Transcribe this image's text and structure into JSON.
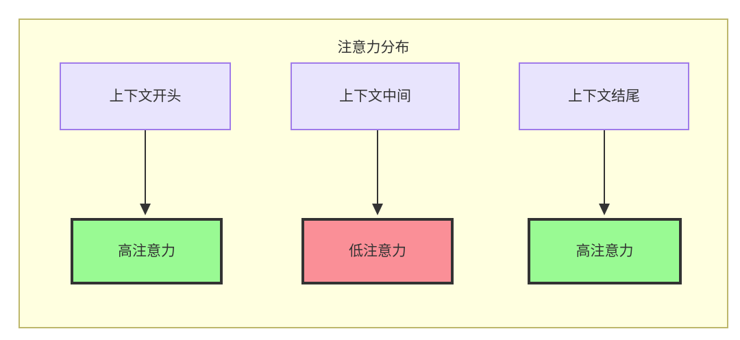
{
  "diagram": {
    "title": "注意力分布",
    "frame": {
      "fill": "#ffffe0",
      "stroke": "#bdb76b"
    },
    "context_nodes": [
      {
        "id": "context-start",
        "label": "上下文开头",
        "fill": "#e8e4fd",
        "stroke": "#9f7aea"
      },
      {
        "id": "context-middle",
        "label": "上下文中间",
        "fill": "#e8e4fd",
        "stroke": "#9f7aea"
      },
      {
        "id": "context-end",
        "label": "上下文结尾",
        "fill": "#e8e4fd",
        "stroke": "#9f7aea"
      }
    ],
    "attention_nodes": [
      {
        "id": "attention-high-start",
        "label": "高注意力",
        "level": "high",
        "fill": "#99fa93",
        "stroke": "#333333"
      },
      {
        "id": "attention-low-middle",
        "label": "低注意力",
        "level": "low",
        "fill": "#fa8f97",
        "stroke": "#333333"
      },
      {
        "id": "attention-high-end",
        "label": "高注意力",
        "level": "high",
        "fill": "#99fa93",
        "stroke": "#333333"
      }
    ],
    "edges": [
      {
        "from": "context-start",
        "to": "attention-high-start",
        "label": ""
      },
      {
        "from": "context-middle",
        "to": "attention-low-middle",
        "label": ""
      },
      {
        "from": "context-end",
        "to": "attention-high-end",
        "label": ""
      }
    ],
    "edge_color": "#333333",
    "text_color": "#333333"
  }
}
